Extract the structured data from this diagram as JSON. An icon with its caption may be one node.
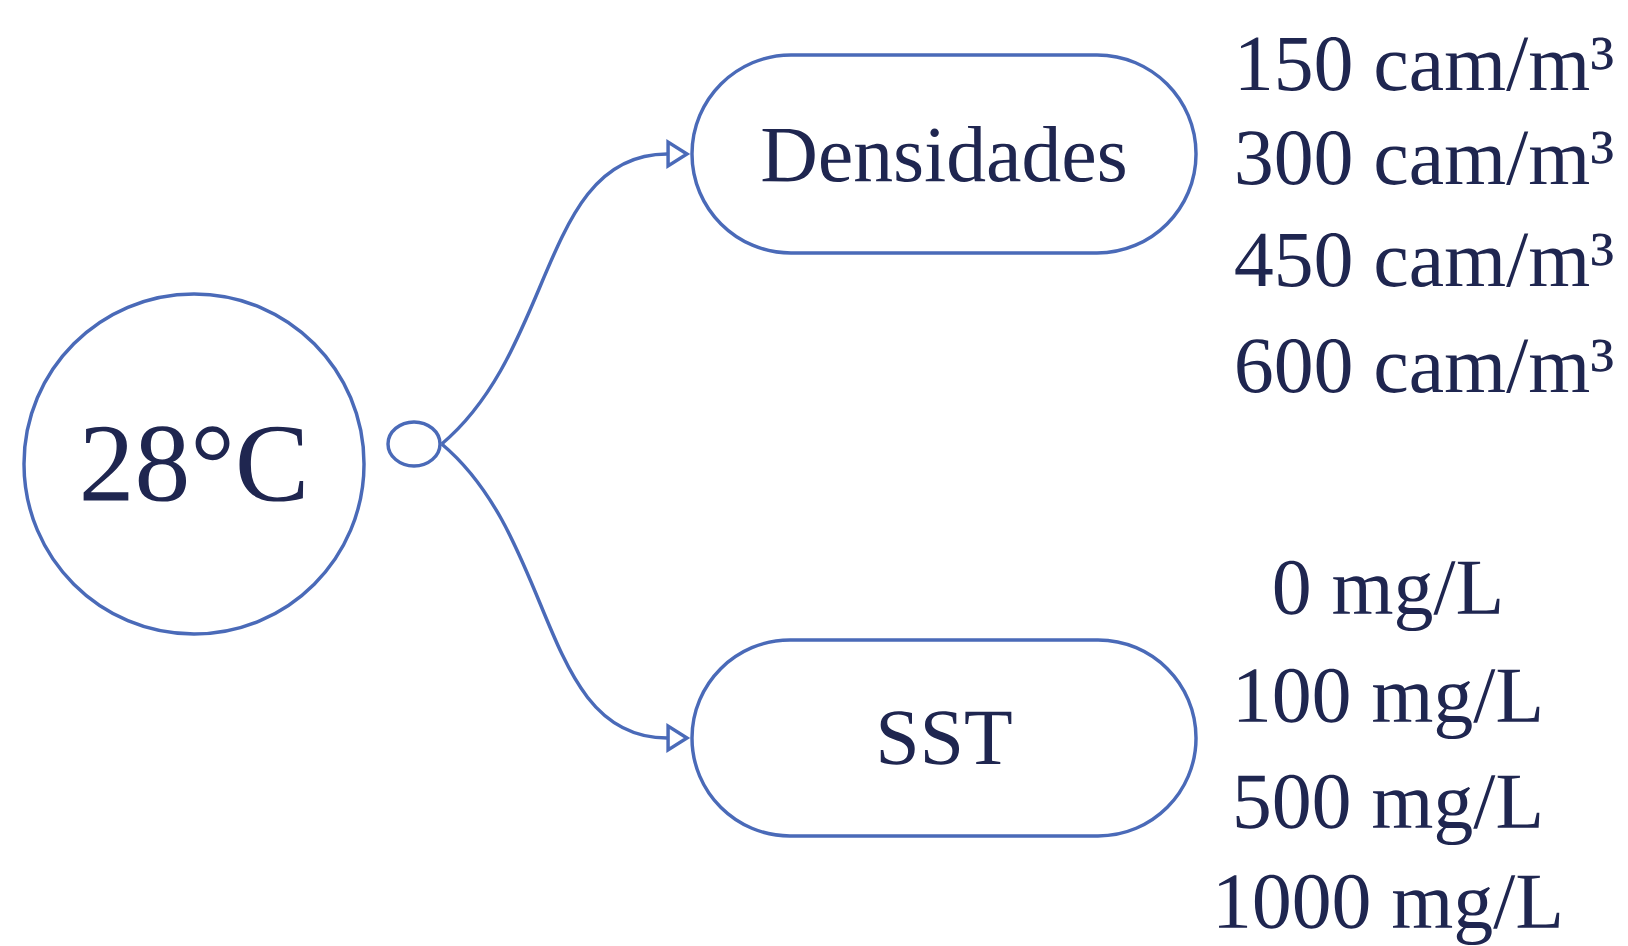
{
  "diagram": {
    "nodes": [
      {
        "text": [
          "28°C"
        ]
      },
      {
        "text": [],
        "shape": "circle"
      },
      {
        "text": [
          "Densidades"
        ],
        "beside": [
          "150 cam/m³",
          "300 cam/m³",
          "450 cam/m³",
          "600 cam/m³"
        ]
      },
      {
        "text": [
          "SST"
        ],
        "beside": [
          "0 mg/L",
          "100 mg/L",
          "500 mg/L",
          "1000 mg/L"
        ]
      }
    ],
    "edges": [
      {
        "from": 1,
        "to": 2,
        "arrow": "to"
      },
      {
        "from": 1,
        "to": 3,
        "arrow": "to"
      }
    ]
  }
}
